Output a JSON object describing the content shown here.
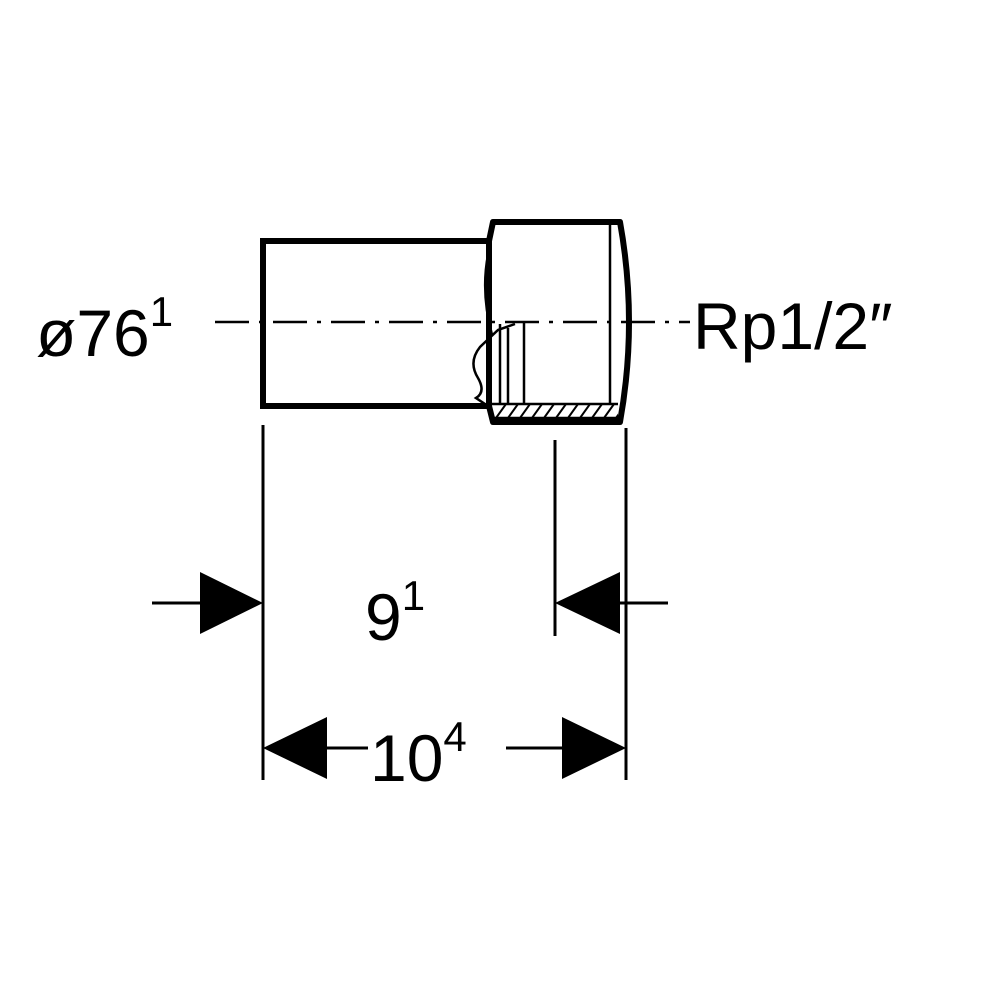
{
  "colors": {
    "stroke": "#000000",
    "background": "#ffffff"
  },
  "dimensions": {
    "diameter": {
      "value": "ø76",
      "superscript": "1"
    },
    "thread": {
      "value": "Rp1/2″"
    },
    "inner_length": {
      "value": "9",
      "superscript": "1"
    },
    "total_length": {
      "value": "10",
      "superscript": "4"
    }
  }
}
